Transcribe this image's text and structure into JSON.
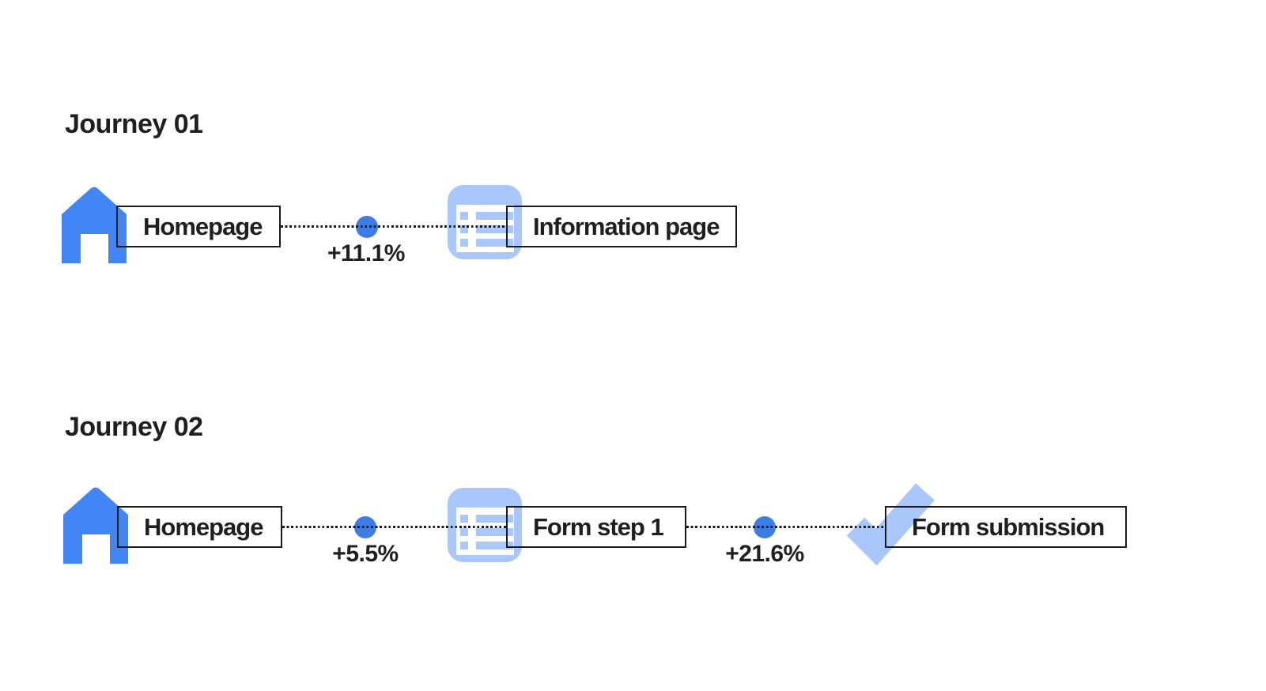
{
  "diagram": {
    "background": "#ffffff",
    "colors": {
      "house_blue": "#4285F4",
      "dot_blue": "#3D7BE5",
      "icon_light_blue": "#A9C7FA",
      "text": "#1F1F1F",
      "box_border": "#1A1A1A",
      "dotted_line": "#1A1A1A"
    },
    "journeys": [
      {
        "title": "Journey 01",
        "steps": [
          {
            "icon": "home-icon",
            "label": "Homepage"
          },
          {
            "icon": "list-page-icon",
            "label": "Information page"
          }
        ],
        "transitions": [
          {
            "value": "+11.1%"
          }
        ]
      },
      {
        "title": "Journey 02",
        "steps": [
          {
            "icon": "home-icon",
            "label": "Homepage"
          },
          {
            "icon": "list-page-icon",
            "label": "Form step 1"
          },
          {
            "icon": "check-icon",
            "label": "Form submission"
          }
        ],
        "transitions": [
          {
            "value": "+5.5%"
          },
          {
            "value": "+21.6%"
          }
        ]
      }
    ]
  }
}
